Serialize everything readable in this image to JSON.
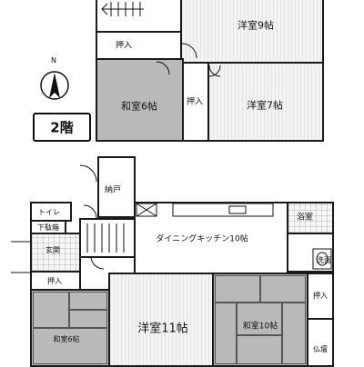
{
  "floor_badge": "2階",
  "compass_label": "N",
  "upper": {
    "western9": "洋室9帖",
    "oshiire_top": "押入",
    "japanese6": "和室6帖",
    "oshiire_mid": "押入",
    "western7": "洋室7帖"
  },
  "lower": {
    "nando": "納戸",
    "toilet": "トイレ",
    "shoebox": "下駄箱",
    "entrance": "玄関",
    "oshiire_left": "押入",
    "japanese6": "和室6帖",
    "western11": "洋室11帖",
    "dining": "ダイニングキッチン10帖",
    "bath": "浴室",
    "washroom": "洗面",
    "oshiire_right": "押入",
    "japanese10": "和室10帖",
    "butsuma": "仏壇"
  }
}
